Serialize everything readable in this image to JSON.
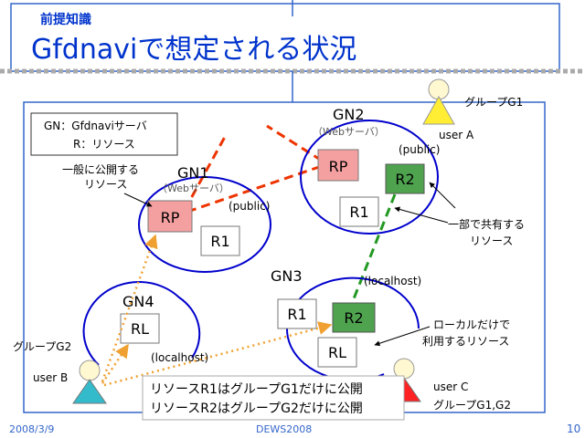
{
  "header": {
    "kicker": "前提知識",
    "title": "Gfdnaviで想定される状況"
  },
  "legend": {
    "line1": "GN：Gfdnaviサーバ",
    "line2": "R：リソース"
  },
  "nodes": {
    "gn1": {
      "name": "GN1",
      "sub": "（Webサーバ）",
      "tag": "(public)"
    },
    "gn2": {
      "name": "GN2",
      "sub": "（Webサーバ）",
      "tag": "(public)"
    },
    "gn3": {
      "name": "GN3",
      "tag": "(localhost)"
    },
    "gn4": {
      "name": "GN4",
      "tag": "(localhost)"
    }
  },
  "boxes": {
    "rp": "RP",
    "r1": "R1",
    "r2": "R2",
    "rl": "RL"
  },
  "annotations": {
    "public_resource": [
      "一般に公開する",
      "リソース"
    ],
    "shared_resource": [
      "一部で共有する",
      "リソース"
    ],
    "local_resource": [
      "ローカルだけで",
      "利用するリソース"
    ]
  },
  "users": {
    "a": {
      "label": "user A",
      "group": "グループG1"
    },
    "b": {
      "label": "user B",
      "group": "グループG2"
    },
    "c": {
      "label": "user C",
      "group": "グループG1,G2"
    }
  },
  "rules": {
    "line1": "リソースR1はグループG1だけに公開",
    "line2": "リソースR2はグループG2だけに公開"
  },
  "footer": {
    "date": "2008/3/9",
    "event": "DEWS2008",
    "page": "10"
  },
  "colors": {
    "title": "#0033cc",
    "frame": "#3366cc",
    "circle": "#0000cc",
    "rp_fill": "#f4a0a0",
    "r2_fill": "#4fa34f",
    "user_a": "#ffee33",
    "user_b": "#33bbcc",
    "user_c": "#ff2222",
    "red_dash": "#ee3300",
    "green_dash": "#229922",
    "orange_dot": "#f0a030"
  }
}
